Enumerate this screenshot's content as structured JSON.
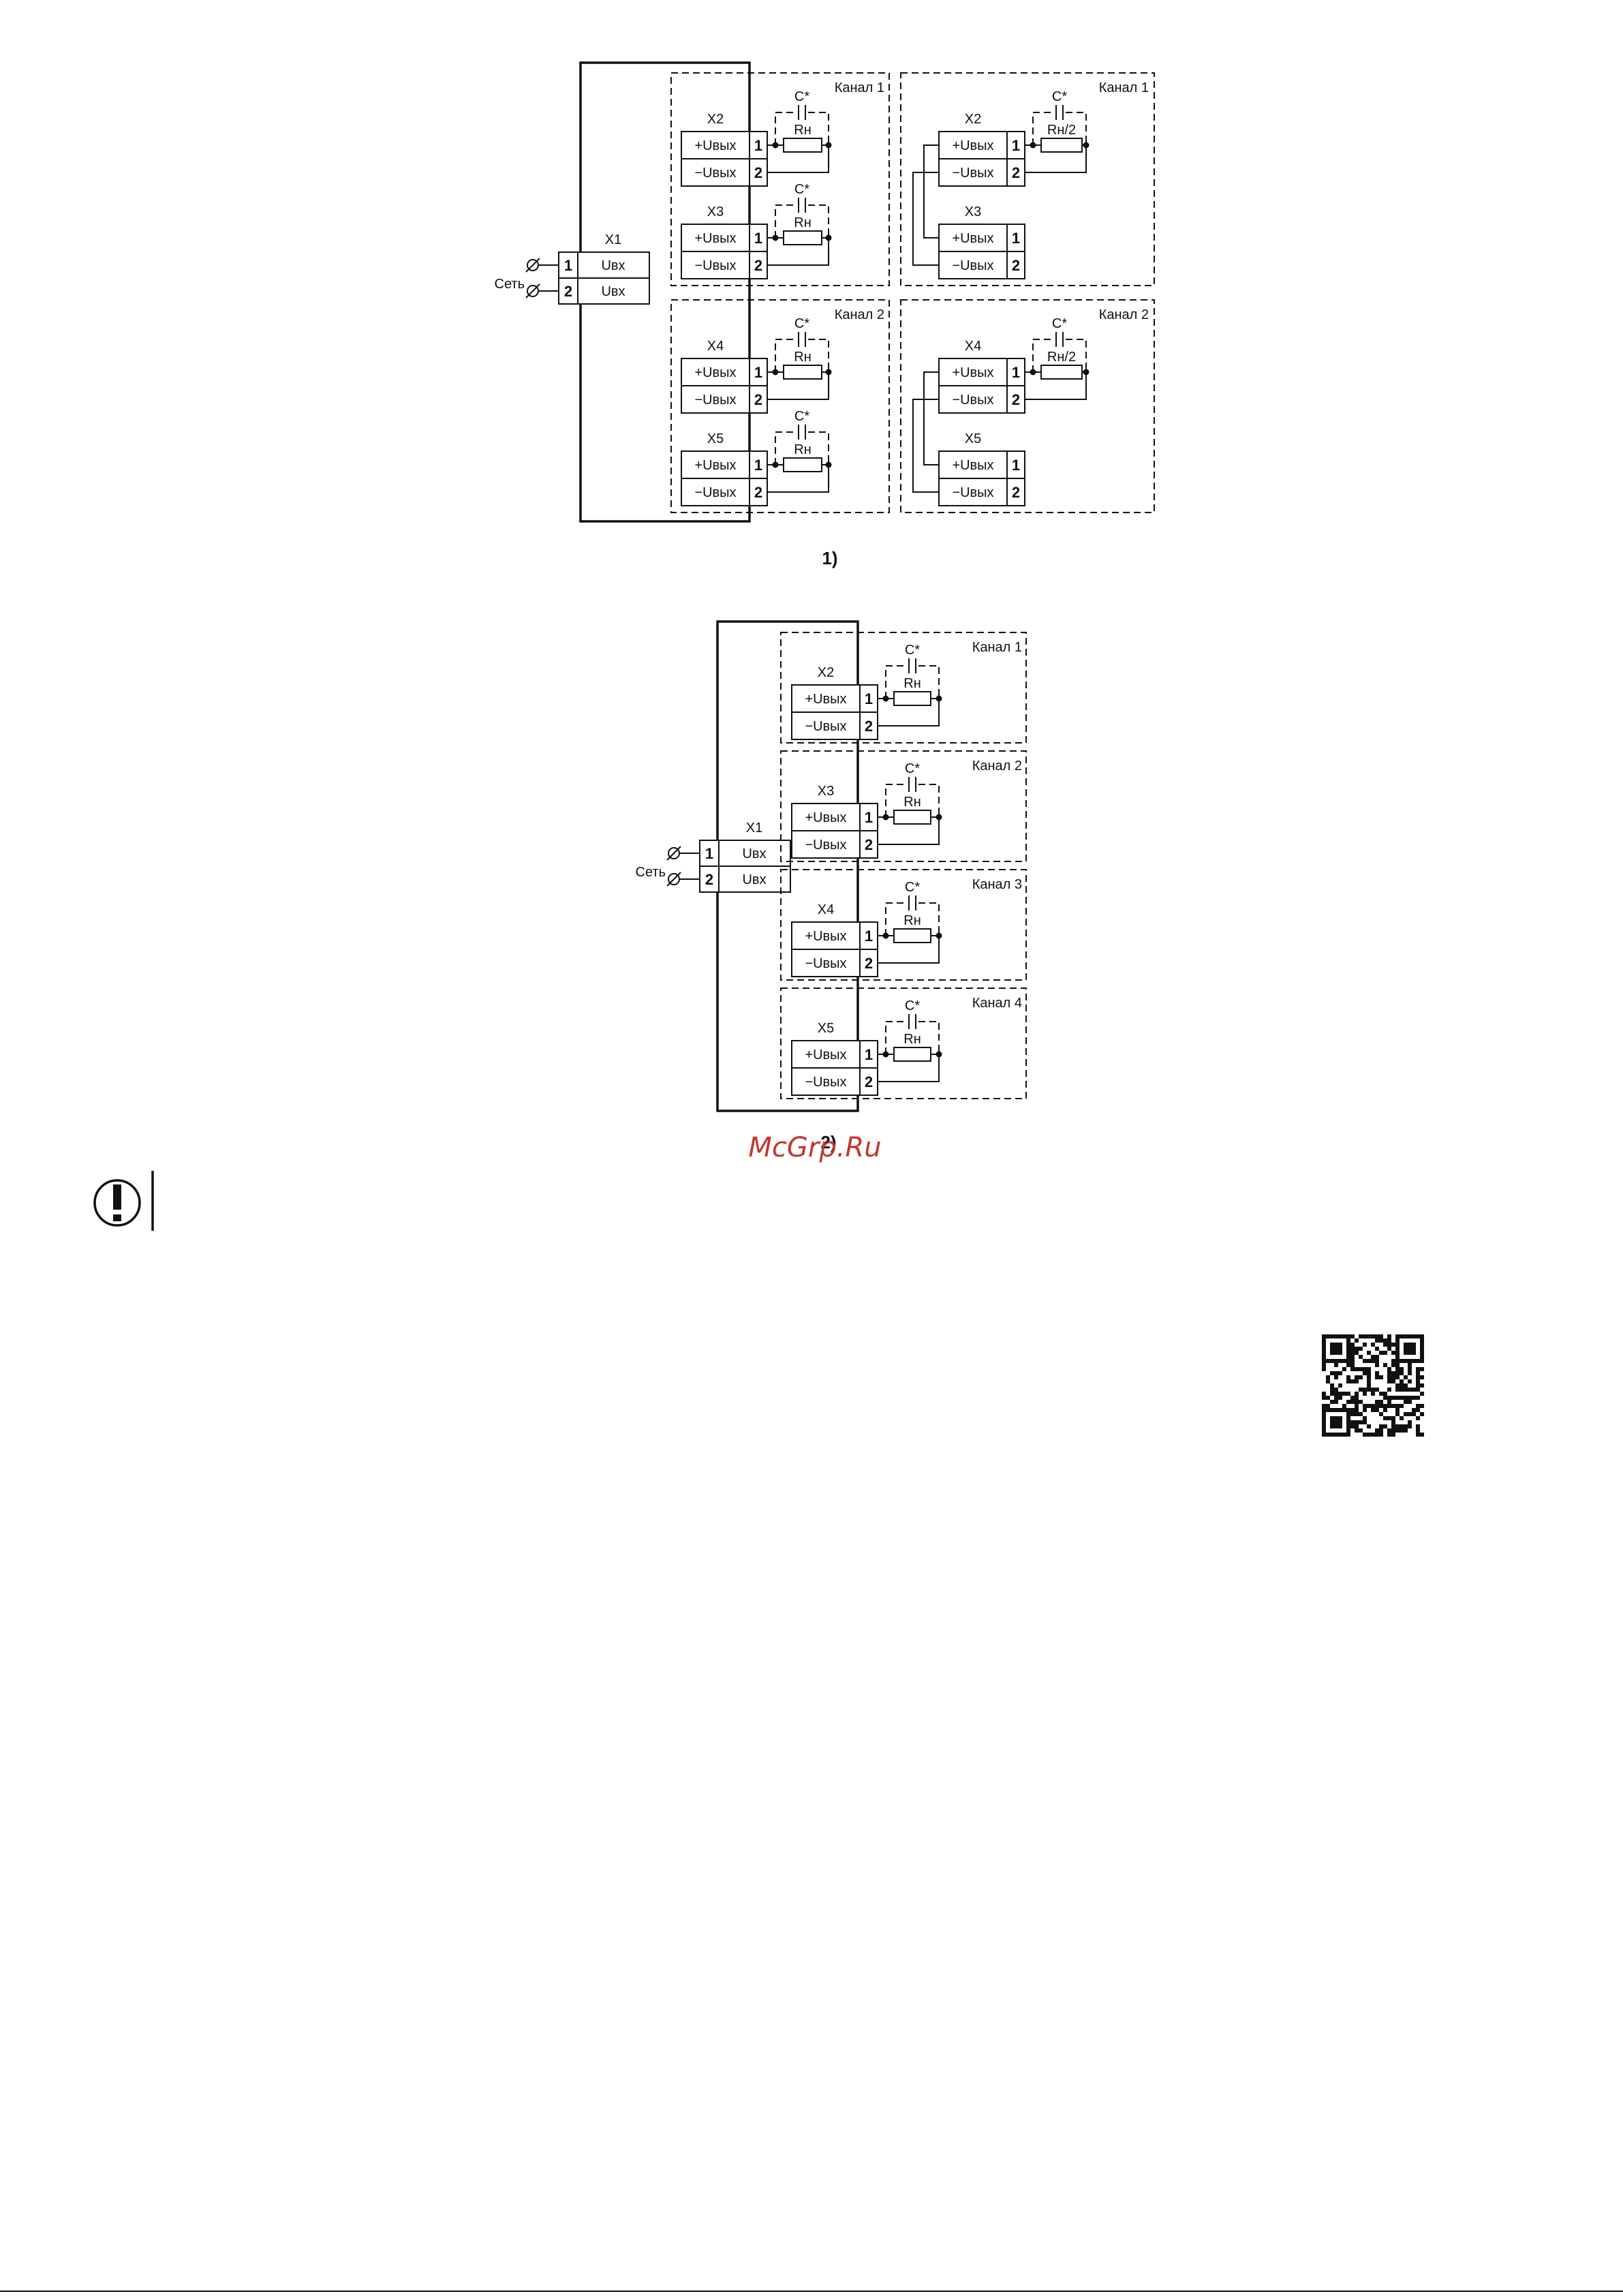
{
  "power": {
    "label": "Сеть",
    "connector": "X1",
    "pins": [
      {
        "num": "1",
        "label": "Uвх"
      },
      {
        "num": "2",
        "label": "Uвх"
      }
    ]
  },
  "labels": {
    "cap": "C*",
    "load": "Rн",
    "load_half": "Rн/2",
    "out_plus": "+Uвых",
    "out_minus": "−Uвых",
    "pin1": "1",
    "pin2": "2"
  },
  "diagram1": {
    "caption": "1)",
    "left_groups": [
      {
        "channel": "Канал 1",
        "connectors": [
          "X2",
          "X3"
        ]
      },
      {
        "channel": "Канал 2",
        "connectors": [
          "X4",
          "X5"
        ]
      }
    ],
    "right_groups": [
      {
        "channel": "Канал 1",
        "connectors": [
          "X2",
          "X3"
        ]
      },
      {
        "channel": "Канал 2",
        "connectors": [
          "X4",
          "X5"
        ]
      }
    ]
  },
  "diagram2": {
    "caption": "2)",
    "groups": [
      {
        "channel": "Канал 1",
        "connector": "X2"
      },
      {
        "channel": "Канал 2",
        "connector": "X3"
      },
      {
        "channel": "Канал 3",
        "connector": "X4"
      },
      {
        "channel": "Канал 4",
        "connector": "X5"
      }
    ]
  },
  "watermark": "McGrp.Ru",
  "warning_icon": "exclamation-circle-icon",
  "qr_icon": "qr-code-icon"
}
